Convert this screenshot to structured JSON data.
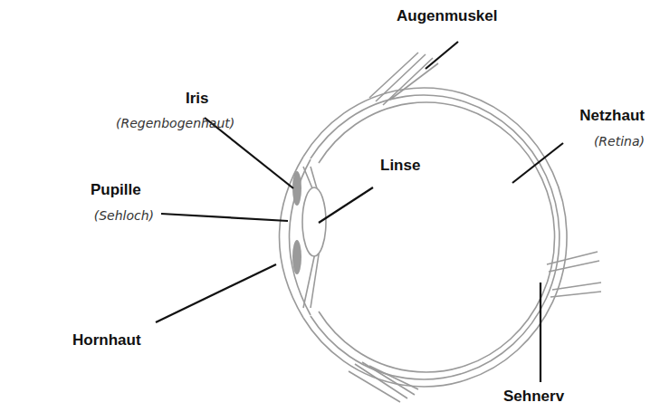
{
  "diagram": {
    "labels": [
      "Augenmuskel",
      "Iris",
      "(Regenbogenhaut)",
      "Netzhaut",
      "(Retina)",
      "Linse",
      "Pupille",
      "(Sehloch)",
      "Hornhaut",
      "Sehnerv"
    ]
  }
}
